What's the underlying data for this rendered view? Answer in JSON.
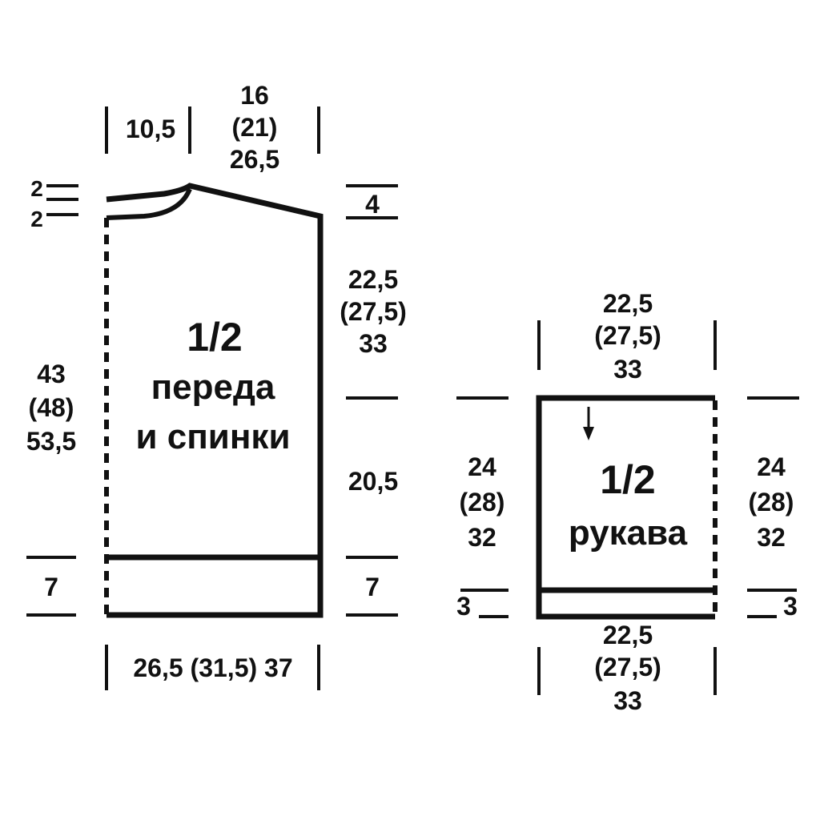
{
  "front_back": {
    "fraction": "1/2",
    "name_line1": "переда",
    "name_line2": "и спинки",
    "shoulder_width": "10,5",
    "neck_width_line1": "16",
    "neck_width_line2": "(21)",
    "neck_width_line3": "26,5",
    "neck_depth_top": "2",
    "neck_depth_bottom": "2",
    "shoulder_slope": "4",
    "total_length_line1": "43",
    "total_length_line2": "(48)",
    "total_length_line3": "53,5",
    "armhole_line1": "22,5",
    "armhole_line2": "(27,5)",
    "armhole_line3": "33",
    "side_length": "20,5",
    "rib_left": "7",
    "rib_right": "7",
    "bottom_width": "26,5 (31,5) 37"
  },
  "sleeve": {
    "fraction": "1/2",
    "name": "рукава",
    "top_width_line1": "22,5",
    "top_width_line2": "(27,5)",
    "top_width_line3": "33",
    "length_left_line1": "24",
    "length_left_line2": "(28)",
    "length_left_line3": "32",
    "length_right_line1": "24",
    "length_right_line2": "(28)",
    "length_right_line3": "32",
    "cuff_left": "3",
    "cuff_right": "3",
    "bottom_width_line1": "22,5",
    "bottom_width_line2": "(27,5)",
    "bottom_width_line3": "33"
  }
}
